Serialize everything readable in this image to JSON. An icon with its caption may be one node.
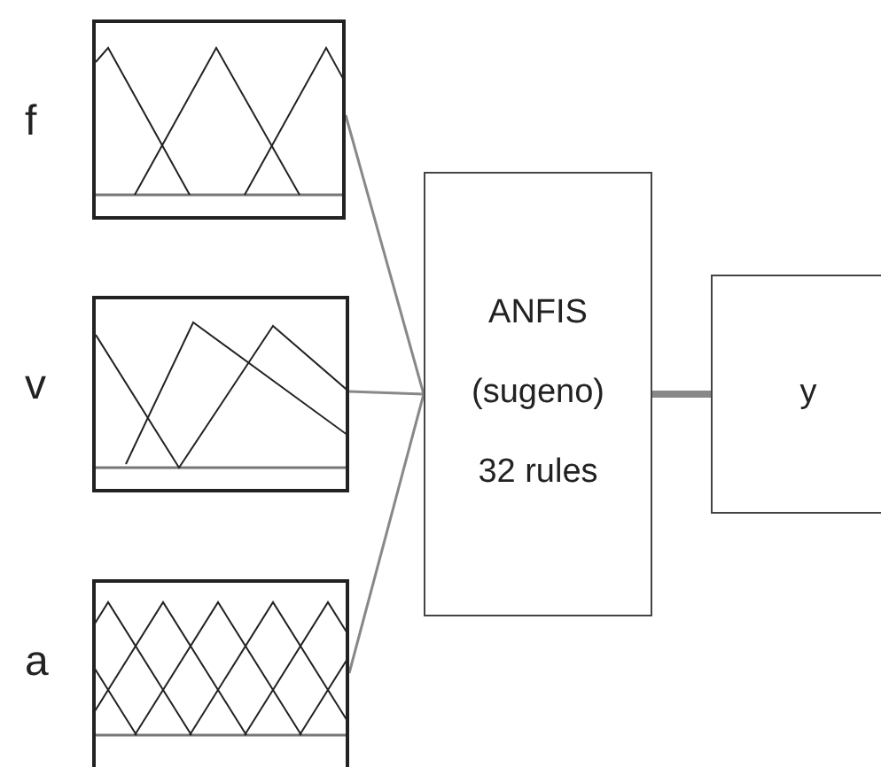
{
  "diagram": {
    "nodes": [
      {
        "text": [],
        "shape": "box",
        "beside": [
          "f"
        ]
      },
      {
        "text": [],
        "shape": "box",
        "beside": [
          "v"
        ]
      },
      {
        "text": [],
        "shape": "box",
        "beside": [
          "a"
        ]
      },
      {
        "text": [
          "ANFIS",
          "(sugeno)",
          "32 rules"
        ]
      },
      {
        "text": [
          "y"
        ]
      }
    ],
    "edges": [
      {
        "from": 0,
        "to": 3,
        "arrow": "none"
      },
      {
        "from": 1,
        "to": 3,
        "arrow": "none"
      },
      {
        "from": 2,
        "to": 3,
        "arrow": "none"
      },
      {
        "from": 3,
        "to": 4,
        "arrow": "none",
        "style": "thick"
      }
    ]
  }
}
